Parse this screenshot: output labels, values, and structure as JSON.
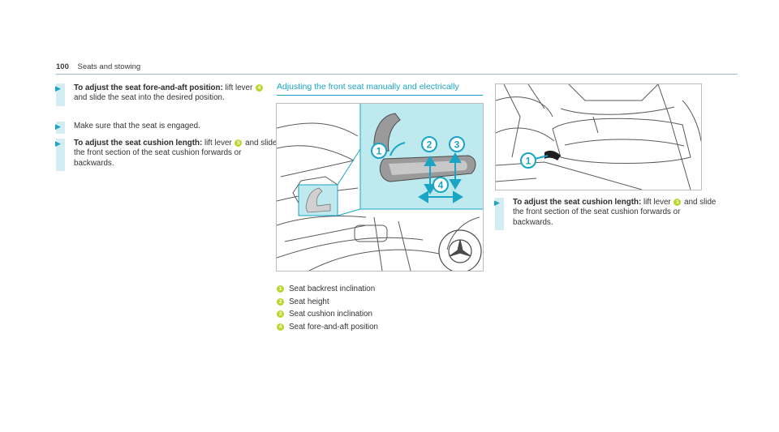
{
  "header": {
    "page_number": "100",
    "section": "Seats and stowing"
  },
  "steps_left": [
    {
      "bold": "To adjust the seat fore-and-aft position:",
      "text": " lift lever ",
      "num": "4",
      "text2": " and slide the seat into the desired position."
    },
    {
      "bold": "",
      "text": "Make sure that the seat is engaged.",
      "num": "",
      "text2": ""
    },
    {
      "bold": "To adjust the seat cushion length:",
      "text": " lift lever ",
      "num": "5",
      "text2": " and slide the front section of the seat cushion forwards or backwards."
    }
  ],
  "section_title": "Adjusting the front seat manually and electrically",
  "figure_main": {
    "callouts": [
      "1",
      "2",
      "3",
      "4"
    ]
  },
  "legend": [
    {
      "num": "1",
      "label": "Seat backrest inclination"
    },
    {
      "num": "2",
      "label": "Seat height"
    },
    {
      "num": "3",
      "label": "Seat cushion inclination"
    },
    {
      "num": "4",
      "label": "Seat fore-and-aft position"
    }
  ],
  "figure_right": {
    "callout": "1"
  },
  "step_right": {
    "bold": "To adjust the seat cushion length:",
    "text": " lift lever ",
    "num": "1",
    "text2": " and slide the front section of the seat cushion forwards or backwards."
  },
  "colors": {
    "accent": "#1aa5c4",
    "callout": "#b8d62b",
    "highlight": "#bde9ef"
  }
}
